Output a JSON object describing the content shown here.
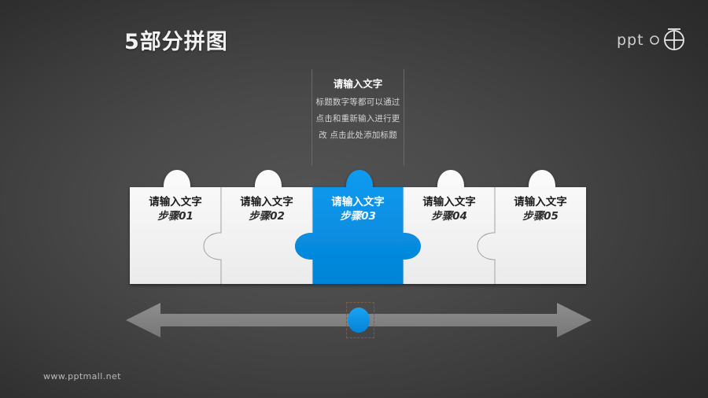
{
  "slide": {
    "title": "5部分拼图",
    "footer_url": "www.pptmall.net",
    "logo_text": "ppt",
    "background_color": "#3f3f3f",
    "accent_color": "#0d93e6",
    "piece_color": "#f1f1f1"
  },
  "callout": {
    "title": "请输入文字",
    "body": "标题数字等都可以通过点击和重新输入进行更改 点击此处添加标题"
  },
  "puzzle": {
    "pieces": [
      {
        "title": "请输入文字",
        "step": "步骤01",
        "highlighted": false
      },
      {
        "title": "请输入文字",
        "step": "步骤02",
        "highlighted": false
      },
      {
        "title": "请输入文字",
        "step": "步骤03",
        "highlighted": true
      },
      {
        "title": "请输入文字",
        "step": "步骤04",
        "highlighted": false
      },
      {
        "title": "请输入文字",
        "step": "步骤05",
        "highlighted": false
      }
    ]
  },
  "arrow": {
    "direction": "double",
    "color": "#808080",
    "knob_color": "#0d93e6"
  }
}
